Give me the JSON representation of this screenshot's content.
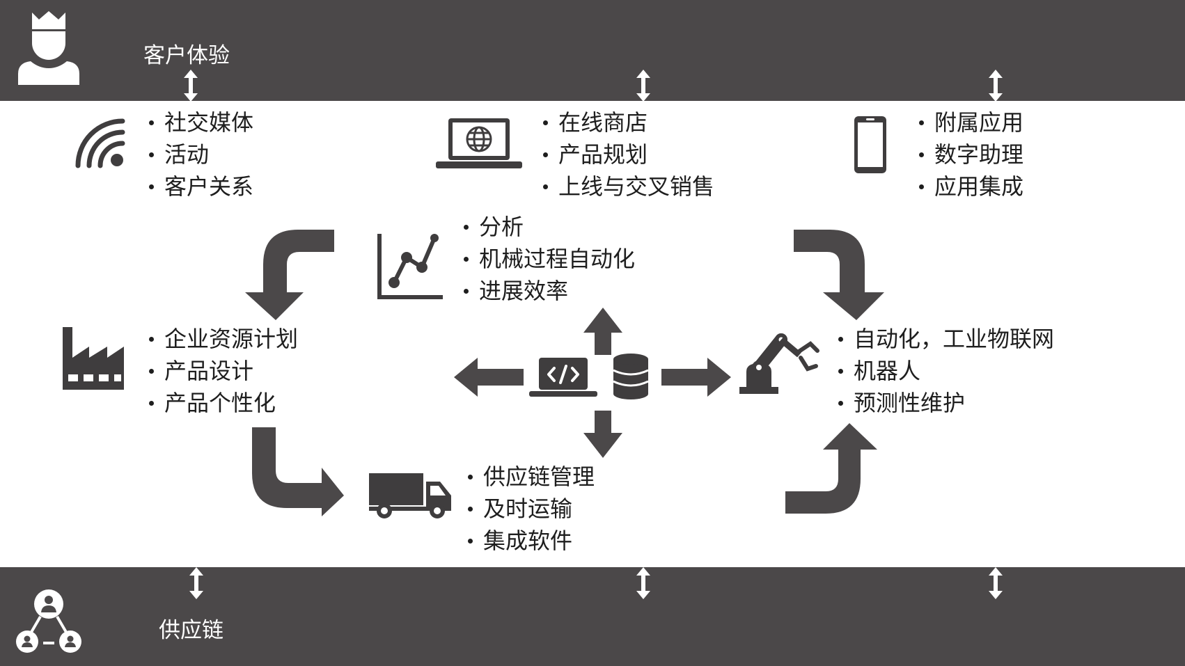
{
  "header": {
    "title": "客户体验",
    "icon": "crowned-person-icon"
  },
  "footer": {
    "title": "供应链",
    "icon": "user-network-icon"
  },
  "colors": {
    "band": "#4b4849",
    "icon": "#3f3d3e",
    "text": "#1e1e1e",
    "background": "#ffffff"
  },
  "groups": {
    "social": {
      "icon": "wifi-signal-icon",
      "items": [
        "社交媒体",
        "活动",
        "客户关系"
      ]
    },
    "online": {
      "icon": "laptop-globe-icon",
      "items": [
        "在线商店",
        "产品规划",
        "上线与交叉销售"
      ]
    },
    "mobile": {
      "icon": "smartphone-icon",
      "items": [
        "附属应用",
        "数字助理",
        "应用集成"
      ]
    },
    "analytics": {
      "icon": "line-chart-icon",
      "items": [
        "分析",
        "机械过程自动化",
        "进展效率"
      ]
    },
    "erp": {
      "icon": "factory-icon",
      "items": [
        "企业资源计划",
        "产品设计",
        "产品个性化"
      ]
    },
    "automation": {
      "icon": "robot-arm-icon",
      "items": [
        "自动化，工业物联网",
        "机器人",
        "预测性维护"
      ]
    },
    "logistics": {
      "icon": "truck-icon",
      "items": [
        "供应链管理",
        "及时运输",
        "集成软件"
      ]
    }
  },
  "center": {
    "icons": [
      "code-laptop-icon",
      "database-icon"
    ]
  }
}
